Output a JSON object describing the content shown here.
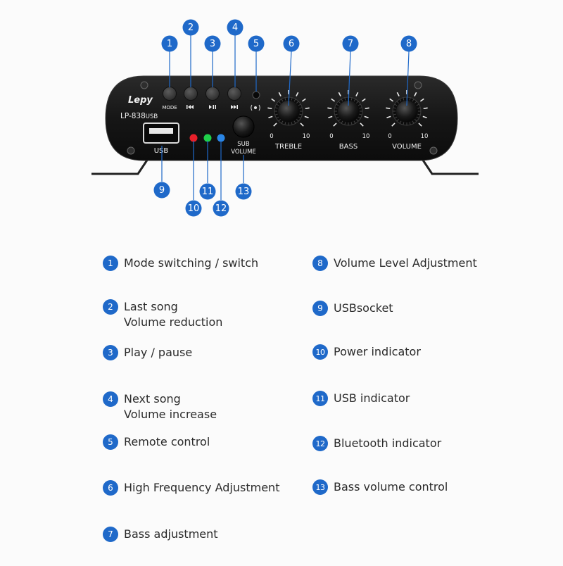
{
  "device": {
    "brand": "Lepy",
    "model": "LP-838",
    "model_suffix": "USB",
    "usb_label": "USB",
    "mode_label": "MODE",
    "sub_volume_line1": "SUB",
    "sub_volume_line2": "VOLUME",
    "knobs": [
      {
        "label": "TREBLE",
        "min": "0",
        "max": "10"
      },
      {
        "label": "BASS",
        "min": "0",
        "max": "10"
      },
      {
        "label": "VOLUME",
        "min": "0",
        "max": "10"
      }
    ],
    "led_colors": {
      "power": "#e8202a",
      "usb": "#1fd04a",
      "bluetooth": "#2a86e6"
    }
  },
  "callouts": [
    "1",
    "2",
    "3",
    "4",
    "5",
    "6",
    "7",
    "8",
    "9",
    "10",
    "11",
    "12",
    "13"
  ],
  "legend": {
    "left": [
      {
        "num": "1",
        "lines": [
          "Mode switching / switch"
        ]
      },
      {
        "num": "2",
        "lines": [
          "Last song",
          "Volume reduction"
        ]
      },
      {
        "num": "3",
        "lines": [
          "Play / pause"
        ]
      },
      {
        "num": "4",
        "lines": [
          "Next song",
          "Volume increase"
        ]
      },
      {
        "num": "5",
        "lines": [
          "Remote control"
        ]
      },
      {
        "num": "6",
        "lines": [
          "High Frequency Adjustment"
        ]
      },
      {
        "num": "7",
        "lines": [
          "Bass adjustment"
        ]
      }
    ],
    "right": [
      {
        "num": "8",
        "lines": [
          "Volume Level Adjustment"
        ]
      },
      {
        "num": "9",
        "lines": [
          "USBsocket"
        ]
      },
      {
        "num": "10",
        "lines": [
          "Power indicator"
        ]
      },
      {
        "num": "11",
        "lines": [
          "USB indicator"
        ]
      },
      {
        "num": "12",
        "lines": [
          "Bluetooth indicator"
        ]
      },
      {
        "num": "13",
        "lines": [
          "Bass volume control"
        ]
      }
    ]
  },
  "colors": {
    "accent": "#1f69c9",
    "panel": "#1c1c1c"
  }
}
